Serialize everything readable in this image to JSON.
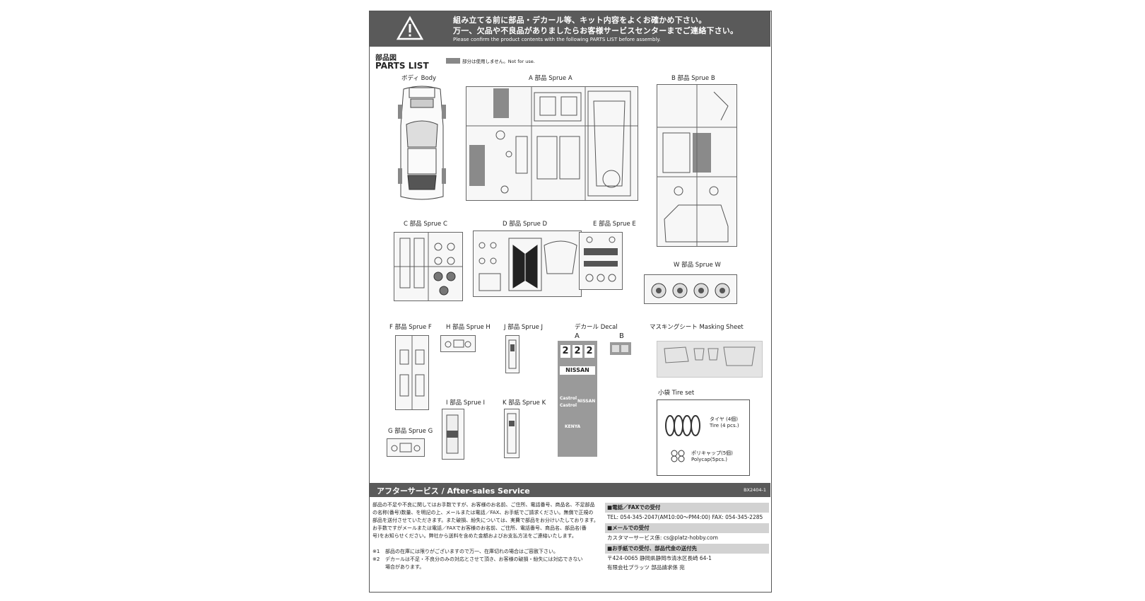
{
  "warning": {
    "line1": "組み立てる前に部品・デカール等、キット内容をよくお確かめ下さい。",
    "line2": "万一、欠品や不良品がありましたらお客様サービスセンターまでご連絡下さい。",
    "line3": "Please confirm the product contents with the following PARTS LIST before assembly."
  },
  "parts_list": {
    "title_jp": "部品図",
    "title_en": "PARTS LIST",
    "note": "部分は使用しません。Not for use."
  },
  "labels": {
    "body": "ボディ  Body",
    "sprue_a": "A 部品  Sprue A",
    "sprue_b": "B 部品  Sprue B",
    "sprue_c": "C 部品  Sprue C",
    "sprue_d": "D 部品  Sprue D",
    "sprue_e": "E 部品  Sprue E",
    "sprue_w": "W 部品  Sprue W",
    "sprue_f": "F 部品  Sprue F",
    "sprue_h": "H 部品  Sprue H",
    "sprue_j": "J 部品  Sprue J",
    "decal": "デカール  Decal",
    "decal_a": "A",
    "decal_b": "B",
    "masking": "マスキングシート  Masking Sheet",
    "tire_set": "小袋  Tire set",
    "sprue_i": "I 部品  Sprue I",
    "sprue_k": "K 部品  Sprue K",
    "sprue_g": "G 部品  Sprue G"
  },
  "decal_text": {
    "num1": "2",
    "num2": "2",
    "num3": "2",
    "nissan": "NISSAN",
    "castrol1": "Castrol",
    "castrol2": "Castrol",
    "nissan2": "NISSAN",
    "kenya": "KENYA"
  },
  "tire_set": {
    "tire_jp": "タイヤ (4個)",
    "tire_en": "Tire (4 pcs.)",
    "poly_jp": "ポリキャップ(5個)",
    "poly_en": "Polycap(5pcs.)"
  },
  "after_sales": {
    "title": "アフターサービス / After-sales Service",
    "code": "BX2404-1",
    "body_lines": [
      "部品の不足や不良に関してはお手数ですが、お客様のお名前、ご住所、電話番号、商品名、不足部品",
      "の名称(番号)数量、を明記の上、メールまたは電話／FAX、お手紙でご請求ください。無償で正規の",
      "部品を送付させていただきます。また破損、紛失については、実費で部品をお分けいたしております。",
      "お手数ですがメールまたは電話／FAXでお客様のお名前、ご住所、電話番号、商品名、部品名(番",
      "号)をお知らせください。弊社から送料を含めた金額およびお支払方法をご連絡いたします。"
    ],
    "notes": [
      {
        "mark": "※1",
        "text": "部品の在庫には限りがございますので万一、在庫切れの場合はご容赦下さい。"
      },
      {
        "mark": "※2",
        "text": "デカールは不足・不良分のみの対応とさせて頂き、お客様の破損・紛失には対応できない"
      },
      {
        "mark": "",
        "text": "場合があります。"
      }
    ],
    "phone_head": "■電話／FAXでの受付",
    "phone_line": "TEL: 054-345-2047(AM10:00〜PM4:00)  FAX: 054-345-2285",
    "mail_head": "■メールでの受付",
    "mail_line": "カスタマーサービス係: cs@platz-hobby.com",
    "letter_head": "■お手紙での受付、部品代金の送付先",
    "address1": "〒424-0065  静岡県静岡市清水区長崎 64-1",
    "address2": "有限会社プラッツ  部品請求係 宛"
  }
}
